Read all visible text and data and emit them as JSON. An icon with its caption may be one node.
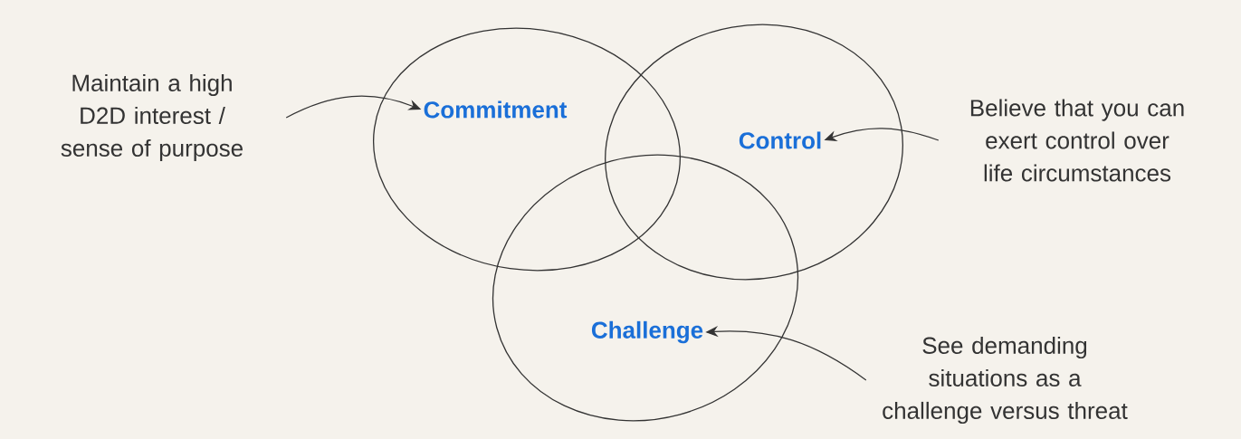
{
  "diagram": {
    "nodes": [
      {
        "text": [
          "Maintain a high D2D interest / sense of purpose"
        ]
      },
      {
        "text": [
          "Commitment"
        ]
      },
      {
        "text": [
          "Control"
        ]
      },
      {
        "text": [
          "Believe that you can exert control over life circumstances"
        ]
      },
      {
        "text": [
          "Challenge"
        ]
      },
      {
        "text": [
          "See demanding situations as a challenge versus threat"
        ]
      }
    ],
    "edges": [
      {
        "from": 0,
        "to": 1,
        "arrow": "to"
      },
      {
        "from": 3,
        "to": 2,
        "arrow": "to"
      },
      {
        "from": 5,
        "to": 4,
        "arrow": "to"
      }
    ]
  }
}
